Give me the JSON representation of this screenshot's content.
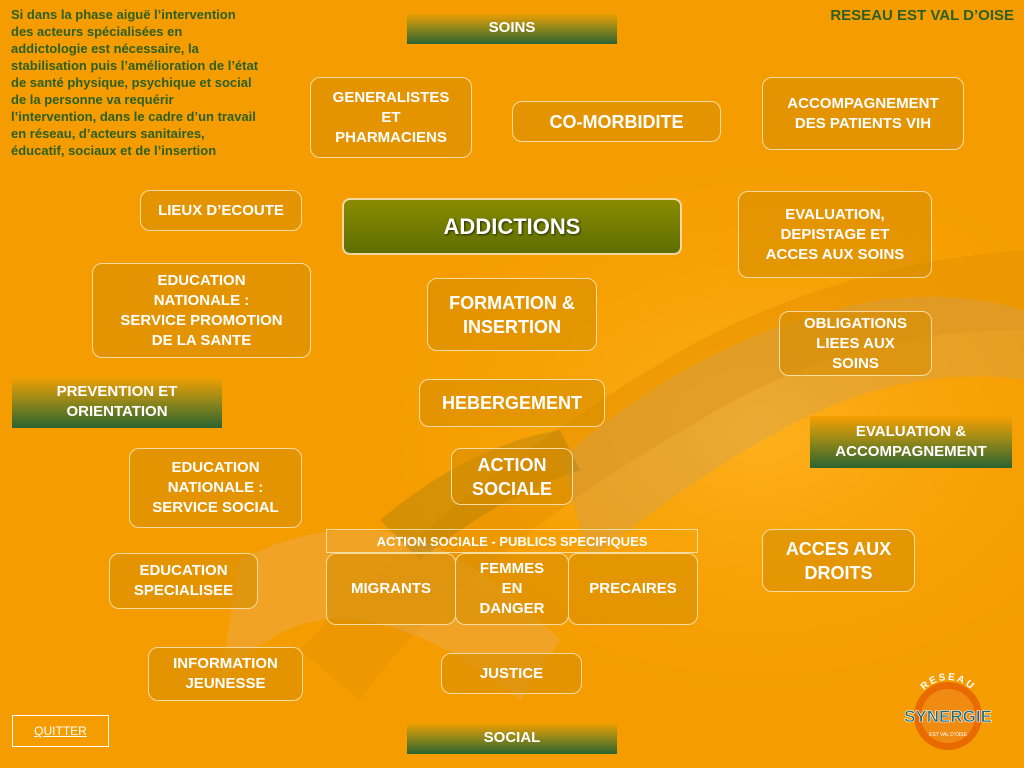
{
  "intro_text": "Si dans la phase aiguë l’intervention des acteurs spécialisées en addictologie est nécessaire, la stabilisation puis l’amélioration de l’état de santé physique, psychique et social de la personne va requérir l’intervention, dans le cadre d’un travail en réseau, d’acteurs sanitaires, éducatif, sociaux et de l’insertion",
  "network_name": "RESEAU EST VAL D’OISE",
  "center": "ADDICTIONS",
  "bars": {
    "soins": "SOINS",
    "social": "SOCIAL",
    "prevention": [
      "PREVENTION ET",
      "ORIENTATION"
    ],
    "evaluation": [
      "EVALUATION &",
      "ACCOMPAGNEMENT"
    ]
  },
  "nodes": {
    "generalistes": [
      "GENERALISTES",
      "ET",
      "PHARMACIENS"
    ],
    "comorbidite": "CO-MORBIDITE",
    "accomp_vih": [
      "ACCOMPAGNEMENT",
      "DES PATIENTS VIH"
    ],
    "lieux_ecoute": "LIEUX D’ECOUTE",
    "eval_depistage": [
      "EVALUATION,",
      "DEPISTAGE ET",
      "ACCES AUX SOINS"
    ],
    "edu_promo": [
      "EDUCATION",
      "NATIONALE :",
      "SERVICE PROMOTION",
      "DE LA SANTE"
    ],
    "formation": [
      "FORMATION &",
      "INSERTION"
    ],
    "obligations": [
      "OBLIGATIONS",
      "LIEES AUX",
      "SOINS"
    ],
    "hebergement": "HEBERGEMENT",
    "edu_social": [
      "EDUCATION",
      "NATIONALE :",
      "SERVICE SOCIAL"
    ],
    "action_sociale": [
      "ACTION",
      "SOCIALE"
    ],
    "acces_droits": [
      "ACCES AUX",
      "DROITS"
    ],
    "edu_specialisee": [
      "EDUCATION",
      "SPECIALISEE"
    ],
    "migrants": "MIGRANTS",
    "femmes": [
      "FEMMES",
      "EN",
      "DANGER"
    ],
    "precaires": "PRECAIRES",
    "info_jeunesse": [
      "INFORMATION",
      "JEUNESSE"
    ],
    "justice": "JUSTICE"
  },
  "publics_header": "ACTION SOCIALE - PUBLICS SPECIFIQUES",
  "quit_label": "QUITTER",
  "logo": {
    "top": "RESEAU",
    "main": "SYNERGIE",
    "sub": "EST VAL D’OISE"
  }
}
